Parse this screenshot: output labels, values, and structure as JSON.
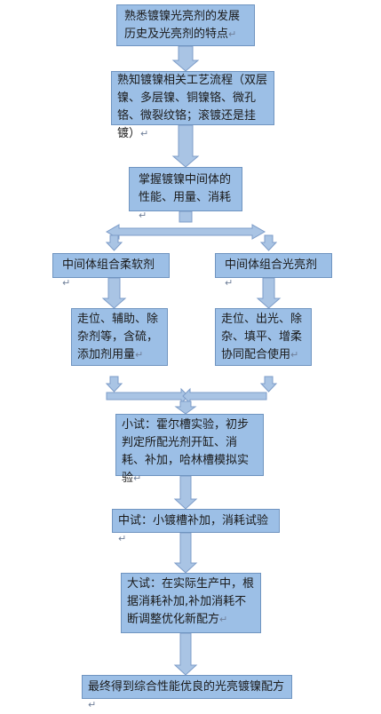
{
  "colors": {
    "box_fill": "#9cbfe6",
    "box_border": "#6f94c0",
    "arrow": "#a9c4e4",
    "arrow_border": "#7d9cc8"
  },
  "boxes": {
    "b1": {
      "text": "熟悉镀镍光亮剂的发展历史及光亮剂的特点"
    },
    "b2": {
      "text": "熟知镀镍相关工艺流程（双层镍、多层镍、铜镍铬、微孔铬、微裂纹铬；滚镀还是挂镀）"
    },
    "b3": {
      "text": "掌握镀镍中间体的性能、用量、消耗"
    },
    "b4l": {
      "text": "中间体组合柔软剂"
    },
    "b4r": {
      "text": "中间体组合光亮剂"
    },
    "b5l": {
      "text": "走位、辅助、除杂剂等，含硫，添加剂用量"
    },
    "b5r": {
      "text": "走位、出光、除杂、填平、增柔协同配合使用"
    },
    "b6": {
      "text": "小试：霍尔槽实验，初步判定所配光剂开缸、消耗、补加，哈林槽模拟实验"
    },
    "b7": {
      "text": "中试：小镀槽补加，消耗试验"
    },
    "b8": {
      "text": "大试：在实际生产中，根据消耗补加,补加消耗不断调整优化新配方"
    },
    "b9": {
      "text": "最终得到综合性能优良的光亮镀镍配方"
    }
  },
  "paragraph_mark": "↵"
}
